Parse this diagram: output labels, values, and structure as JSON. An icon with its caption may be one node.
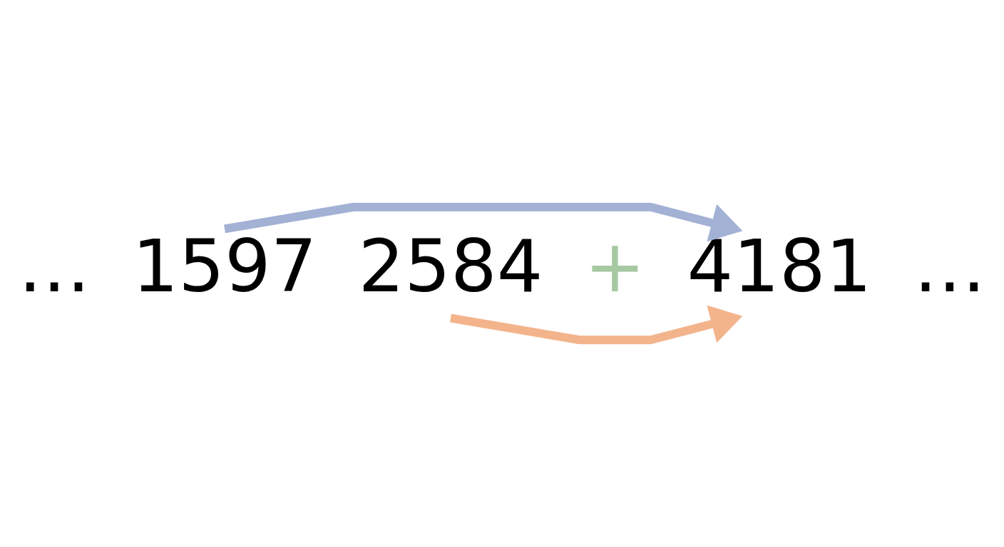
{
  "diagram": {
    "nodes": [
      {
        "text": [
          "1597"
        ]
      },
      {
        "text": [
          "2584"
        ]
      },
      {
        "text": [
          "4181"
        ]
      }
    ],
    "edges": [
      {
        "from": 0,
        "to": 2,
        "arrow": "to",
        "color": "#a2b1d4"
      },
      {
        "from": 1,
        "to": 2,
        "arrow": "to",
        "color": "#f3b48c"
      }
    ],
    "labels": [
      "…",
      "+",
      "…"
    ]
  }
}
